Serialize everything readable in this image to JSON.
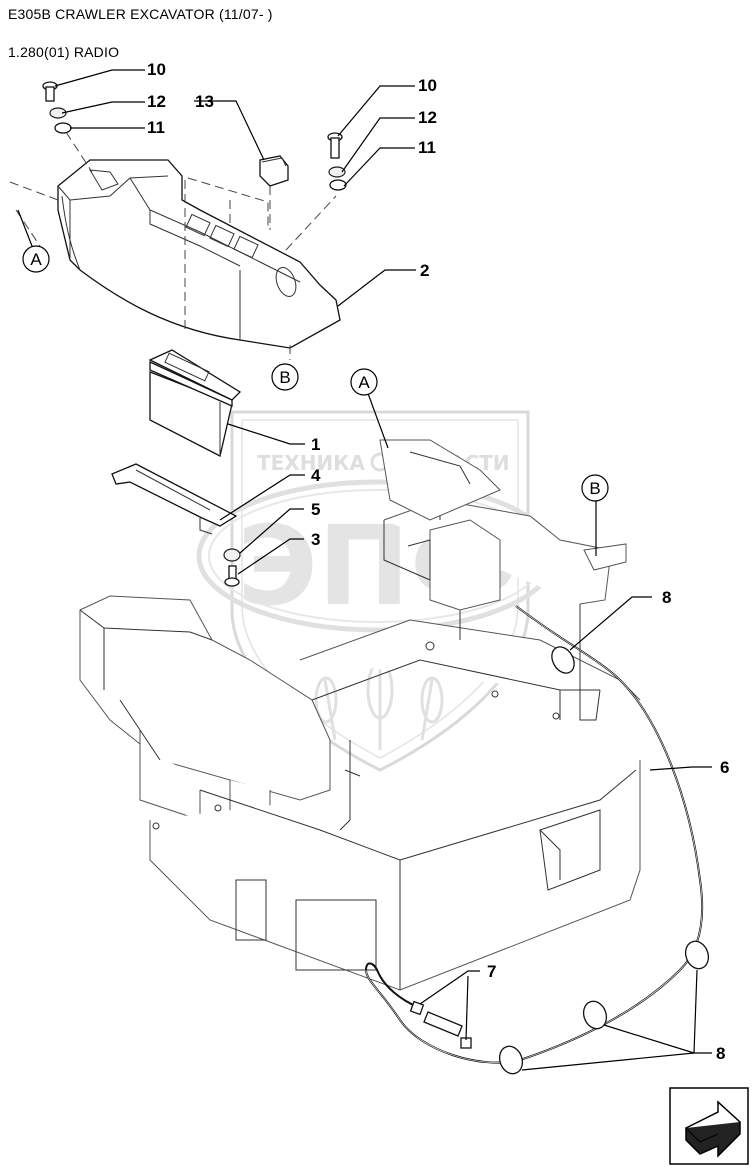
{
  "header": {
    "title": "E305B CRAWLER EXCAVATOR (11/07- )",
    "subtitle": "1.280(01) RADIO"
  },
  "callouts": [
    {
      "id": "10a",
      "label": "10"
    },
    {
      "id": "12a",
      "label": "12"
    },
    {
      "id": "11a",
      "label": "11"
    },
    {
      "id": "13",
      "label": "13"
    },
    {
      "id": "10b",
      "label": "10"
    },
    {
      "id": "12b",
      "label": "12"
    },
    {
      "id": "11b",
      "label": "11"
    },
    {
      "id": "2",
      "label": "2"
    },
    {
      "id": "1",
      "label": "1"
    },
    {
      "id": "4",
      "label": "4"
    },
    {
      "id": "5",
      "label": "5"
    },
    {
      "id": "3",
      "label": "3"
    },
    {
      "id": "8a",
      "label": "8"
    },
    {
      "id": "6",
      "label": "6"
    },
    {
      "id": "7",
      "label": "7"
    },
    {
      "id": "8b",
      "label": "8"
    }
  ],
  "refs": {
    "A1": "A",
    "B1": "B",
    "A2": "A",
    "B2": "B"
  },
  "watermark": {
    "line1": "ТЕХНИКА",
    "line2": "ЗАПЧАСТИ",
    "logo": "ЭПФ"
  },
  "nav": {
    "icon": "next-page-arrow-icon"
  }
}
